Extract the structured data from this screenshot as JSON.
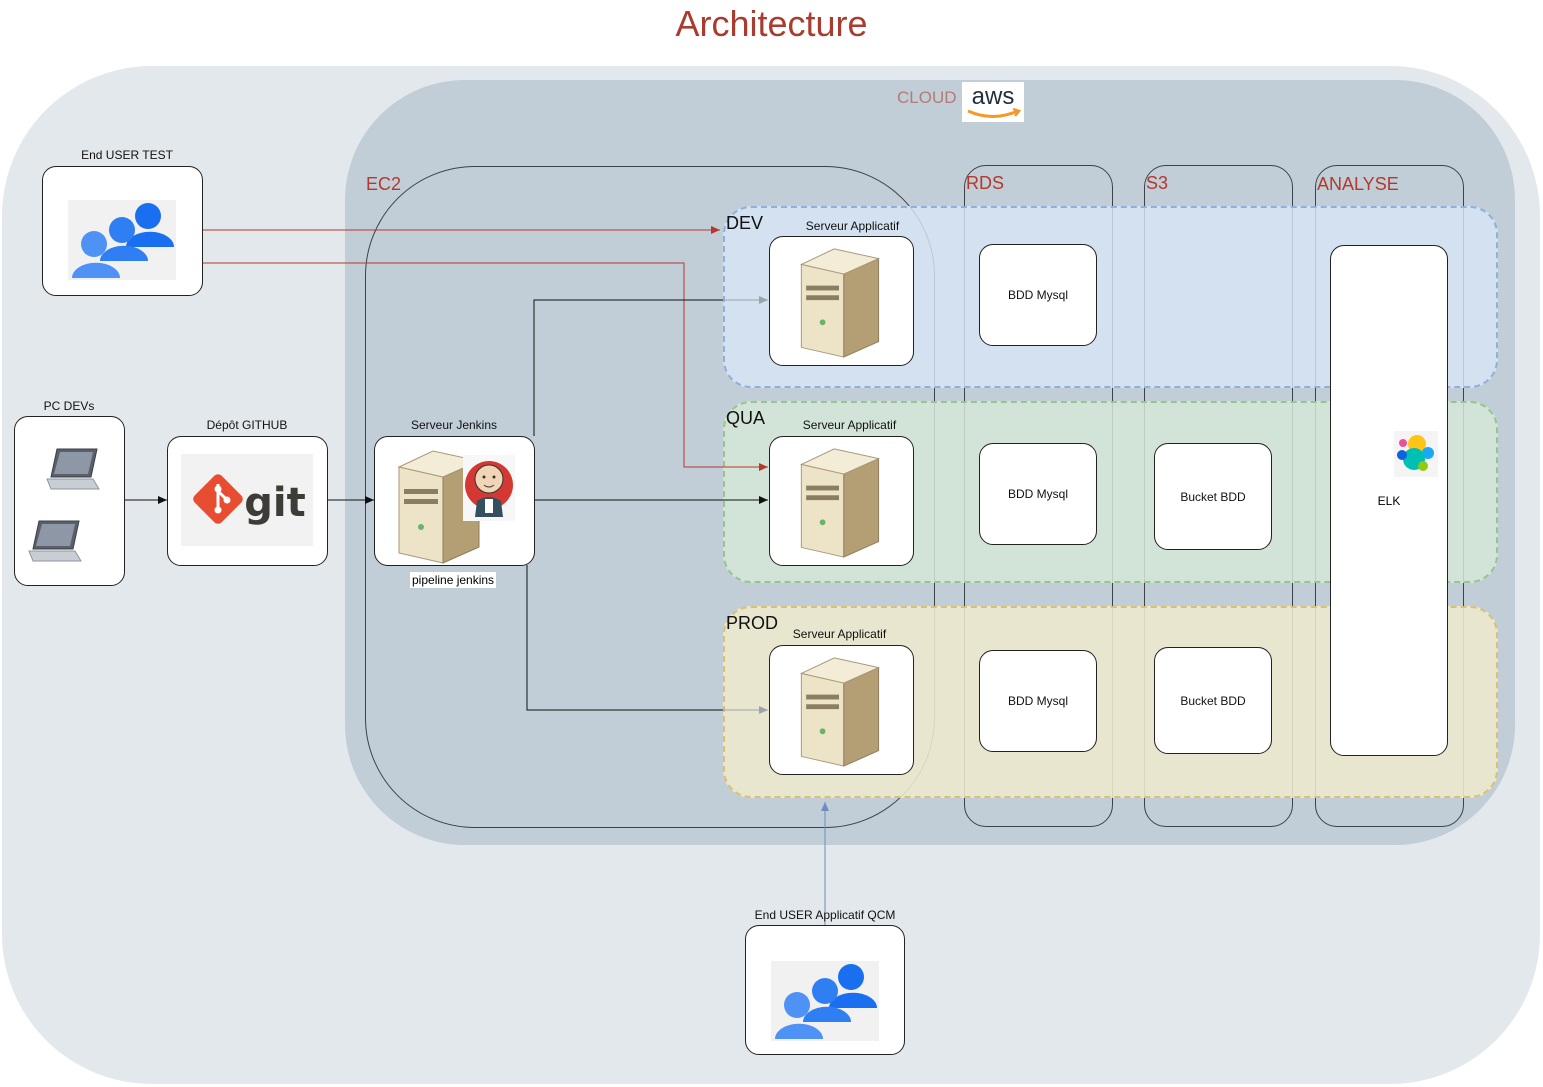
{
  "title": "Architecture",
  "cloud": {
    "label": "CLOUD",
    "logo_text": "aws"
  },
  "columns": {
    "ec2": "EC2",
    "rds": "RDS",
    "s3": "S3",
    "analyse": "ANALYSE"
  },
  "envs": {
    "dev": "DEV",
    "qua": "QUA",
    "prod": "PROD"
  },
  "nodes": {
    "end_user_test": "End USER TEST",
    "pc_devs": "PC DEVs",
    "github": "Dépôt GITHUB",
    "jenkins": "Serveur Jenkins",
    "pipeline": "pipeline jenkins",
    "app_server": "Serveur Applicatif",
    "bdd_mysql": "BDD Mysql",
    "bucket_bdd": "Bucket BDD",
    "elk": "ELK",
    "end_user_qcm": "End USER Applicatif QCM"
  },
  "colors": {
    "title": "#a93c2e",
    "arrow_red": "#b5382b",
    "arrow_dark": "#222222",
    "arrow_blue": "#6c8ebf"
  }
}
